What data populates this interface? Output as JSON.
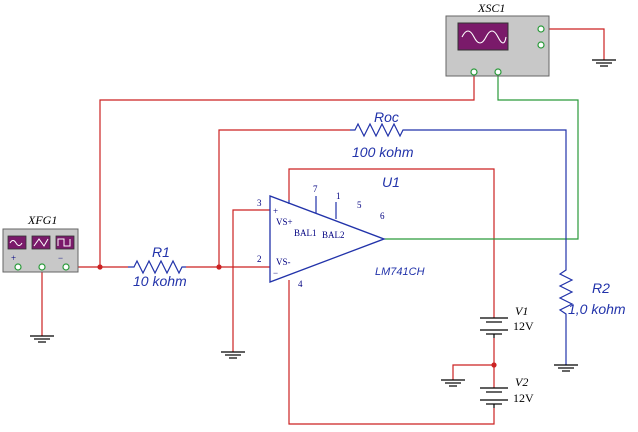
{
  "function_generator": {
    "name": "XFG1",
    "plus": "+",
    "minus": "−"
  },
  "oscilloscope": {
    "name": "XSC1"
  },
  "r1": {
    "name": "R1",
    "value": "10 kohm"
  },
  "roc": {
    "name": "Roc",
    "value": "100 kohm"
  },
  "r2": {
    "name": "R2",
    "value": "1,0 kohm"
  },
  "opamp": {
    "name": "U1",
    "model": "LM741CH",
    "vs_plus": "VS+",
    "vs_minus": "VS-",
    "bal1": "BAL1",
    "bal2": "BAL2",
    "pin_plus": "+",
    "pin_minus": "−",
    "pins": {
      "p1": "1",
      "p2": "2",
      "p3": "3",
      "p4": "4",
      "p5": "5",
      "p6": "6",
      "p7": "7"
    }
  },
  "v1": {
    "name": "V1",
    "value": "12V"
  },
  "v2": {
    "name": "V2",
    "value": "12V"
  },
  "colors": {
    "wire_red": "#cc2222",
    "wire_green": "#2a9a3a",
    "label_blue": "#2233aa",
    "screen": "#7a1a6a",
    "instrument_body": "#c8c8c8"
  }
}
